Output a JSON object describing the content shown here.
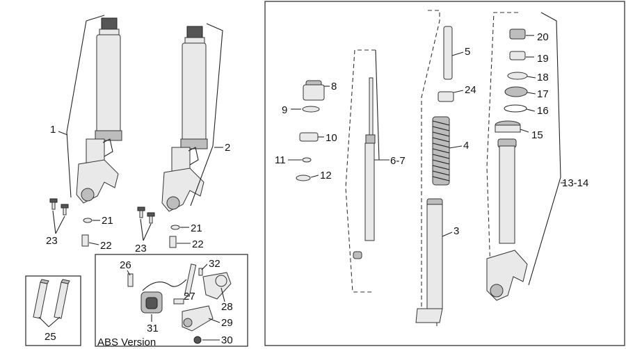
{
  "callouts": {
    "c1": "1",
    "c2": "2",
    "c3": "3",
    "c4": "4",
    "c5": "5",
    "c6_7": "6-7",
    "c8": "8",
    "c9": "9",
    "c10": "10",
    "c11": "11",
    "c12": "12",
    "c13_14": "13-14",
    "c15": "15",
    "c16": "16",
    "c17": "17",
    "c18": "18",
    "c19": "19",
    "c20": "20",
    "c21a": "21",
    "c21b": "21",
    "c22a": "22",
    "c22b": "22",
    "c23a": "23",
    "c23b": "23",
    "c24": "24",
    "c25": "25",
    "c26": "26",
    "c27": "27",
    "c28": "28",
    "c29": "29",
    "c30": "30",
    "c31": "31",
    "c32": "32"
  },
  "abs_caption": "ABS Version",
  "colors": {
    "line": "#222222",
    "part_fill": "#e9e9e9",
    "part_dark": "#555555",
    "background": "#ffffff"
  }
}
